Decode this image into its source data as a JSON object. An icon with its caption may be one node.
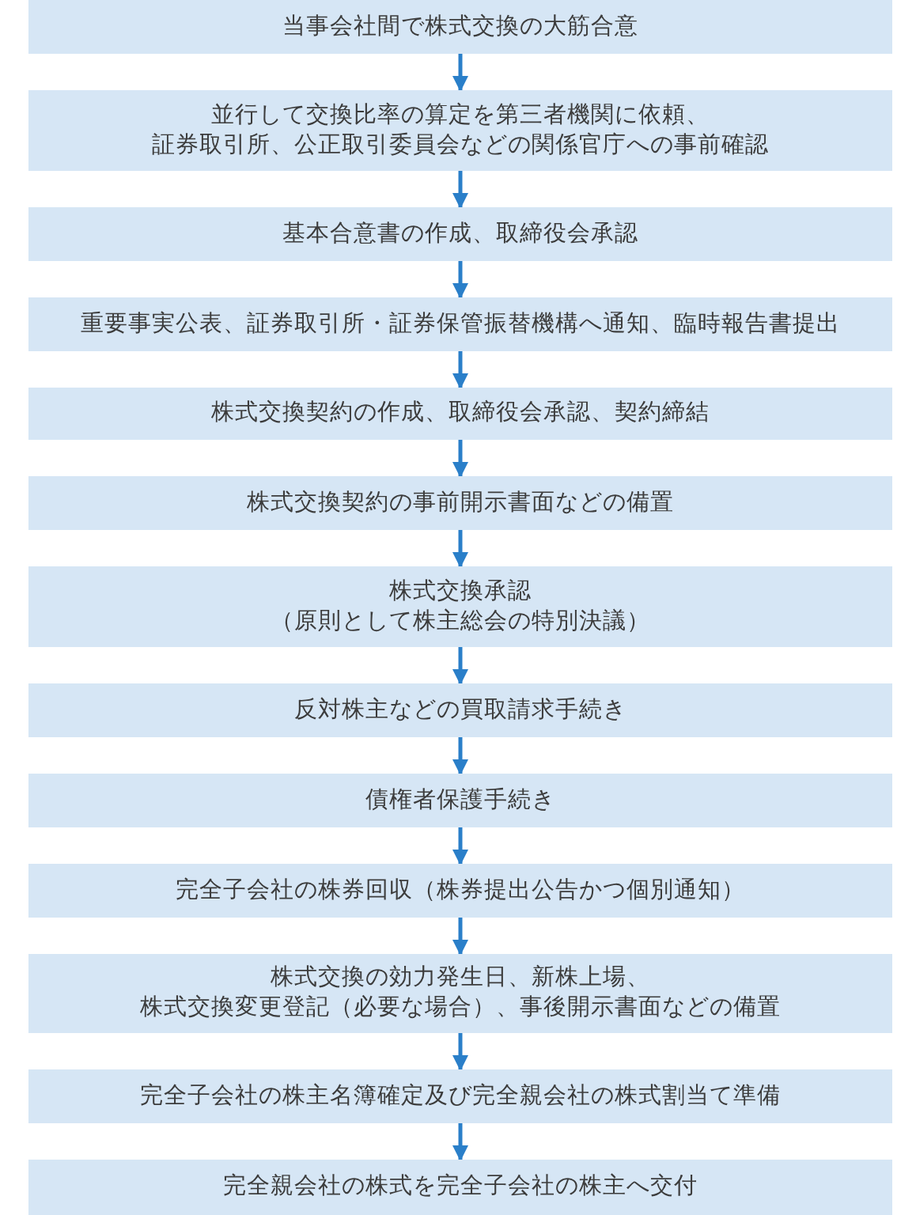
{
  "diagram": {
    "nodes": [
      {
        "text": [
          "当事会社間で株式交換の大筋合意"
        ]
      },
      {
        "text": [
          "並行して交換比率の算定を第三者機関に依頼、証券取引所、公正取引委員会などの関係官庁への事前確認"
        ]
      },
      {
        "text": [
          "基本合意書の作成、取締役会承認"
        ]
      },
      {
        "text": [
          "重要事実公表、証券取引所・証券保管振替機構へ通知、臨時報告書提出"
        ]
      },
      {
        "text": [
          "株式交換契約の作成、取締役会承認、契約締結"
        ]
      },
      {
        "text": [
          "株式交換契約の事前開示書面などの備置"
        ]
      },
      {
        "text": [
          "株式交換承認（原則として株主総会の特別決議）"
        ]
      },
      {
        "text": [
          "反対株主などの買取請求手続き"
        ]
      },
      {
        "text": [
          "債権者保護手続き"
        ]
      },
      {
        "text": [
          "完全子会社の株券回収（株券提出公告かつ個別通知）"
        ]
      },
      {
        "text": [
          "株式交換の効力発生日、新株上場、株式交換変更登記（必要な場合）、事後開示書面などの備置"
        ]
      },
      {
        "text": [
          "完全子会社の株主名簿確定及び完全親会社の株式割当て準備"
        ]
      },
      {
        "text": [
          "完全親会社の株式を完全子会社の株主へ交付"
        ]
      }
    ],
    "edges": [
      {
        "from": 0,
        "to": 1,
        "arrow": "to"
      },
      {
        "from": 1,
        "to": 2,
        "arrow": "to"
      },
      {
        "from": 2,
        "to": 3,
        "arrow": "to"
      },
      {
        "from": 3,
        "to": 4,
        "arrow": "to"
      },
      {
        "from": 4,
        "to": 5,
        "arrow": "to"
      },
      {
        "from": 5,
        "to": 6,
        "arrow": "to"
      },
      {
        "from": 6,
        "to": 7,
        "arrow": "to"
      },
      {
        "from": 7,
        "to": 8,
        "arrow": "to"
      },
      {
        "from": 8,
        "to": 9,
        "arrow": "to"
      },
      {
        "from": 9,
        "to": 10,
        "arrow": "to"
      },
      {
        "from": 10,
        "to": 11,
        "arrow": "to"
      },
      {
        "from": 11,
        "to": 12,
        "arrow": "to"
      }
    ]
  }
}
